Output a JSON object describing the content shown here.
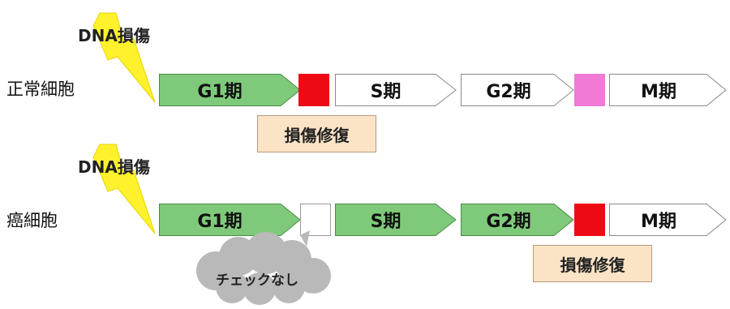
{
  "rows": [
    {
      "cell_label": "正常細胞",
      "damage_label": "DNA損傷",
      "phases": [
        "G1期",
        "S期",
        "G2期",
        "M期"
      ],
      "repair_label": "損傷修復"
    },
    {
      "cell_label": "癌細胞",
      "damage_label": "DNA損傷",
      "phases": [
        "G1期",
        "S期",
        "G2期",
        "M期"
      ],
      "repair_label": "損傷修復",
      "no_check_label": "チェックなし"
    }
  ],
  "colors": {
    "phase_active": "#7fca7a",
    "phase_inactive": "#ffffff",
    "checkpoint_red": "#ee0a14",
    "checkpoint_pink": "#f07ad6",
    "lightning": "#fff22c",
    "repair_bg": "#fbe3c6",
    "cloud": "#b9b9b9"
  }
}
